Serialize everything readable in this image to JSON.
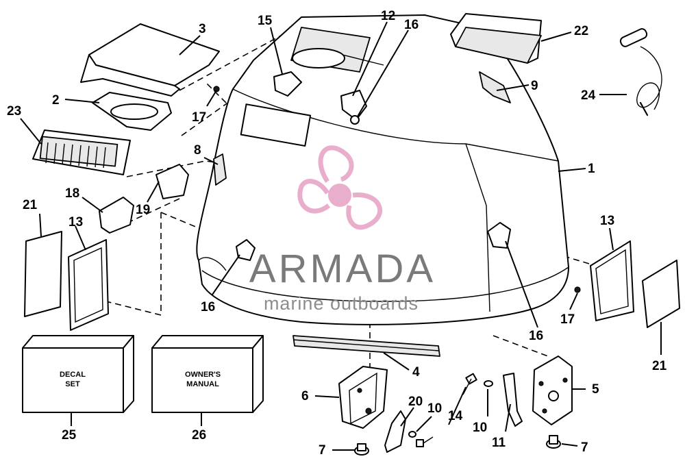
{
  "diagram": {
    "callouts": {
      "p1": "1",
      "p2": "2",
      "p3": "3",
      "p4": "4",
      "p5": "5",
      "p6": "6",
      "p7a": "7",
      "p7b": "7",
      "p8": "8",
      "p9": "9",
      "p10a": "10",
      "p10b": "10",
      "p11": "11",
      "p12": "12",
      "p13a": "13",
      "p13b": "13",
      "p14": "14",
      "p15": "15",
      "p16a": "16",
      "p16b": "16",
      "p16c": "16",
      "p17a": "17",
      "p17b": "17",
      "p18": "18",
      "p19": "19",
      "p20": "20",
      "p21a": "21",
      "p21b": "21",
      "p22": "22",
      "p23": "23",
      "p24": "24",
      "p25": "25",
      "p26": "26"
    },
    "boxes": {
      "decal_set": [
        "DECAL",
        "SET"
      ],
      "owners_manual": [
        "OWNER'S",
        "MANUAL"
      ]
    }
  },
  "watermark": {
    "brand": "ARMADA",
    "tagline": "marine outboards",
    "logo_color": "#e8a6c8",
    "brand_color": "#7a7a7a"
  }
}
